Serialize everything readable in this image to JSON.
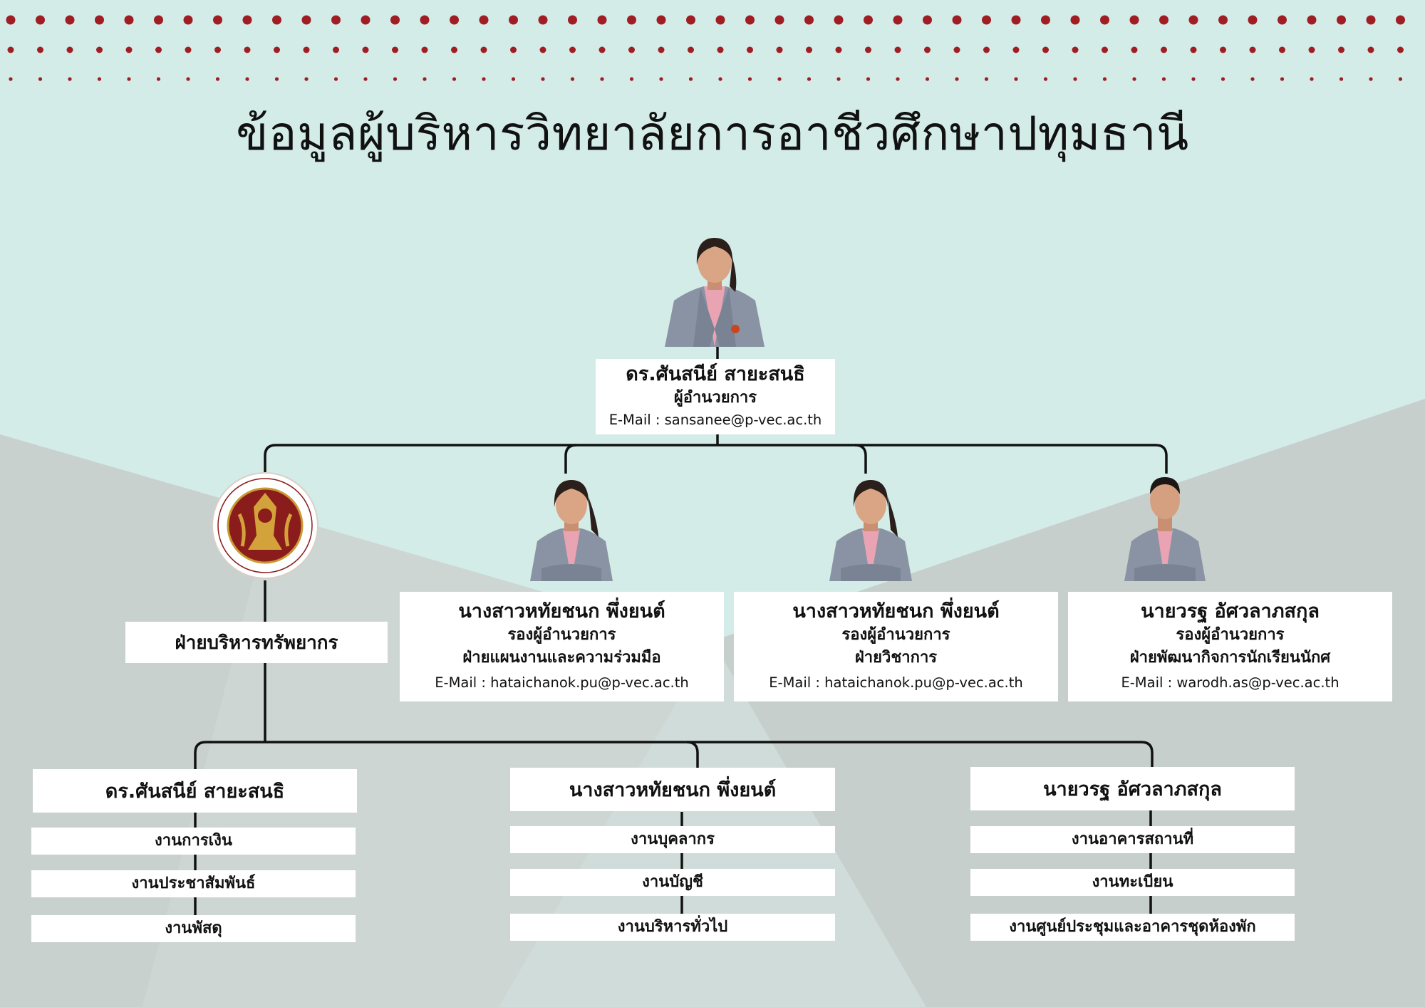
{
  "title": "ข้อมูลผู้บริหารวิทยาลัยการอาชีวศึกษาปทุมธานี",
  "colors": {
    "background": "#d3ece8",
    "dots": "#a01d24",
    "lines": "#111111",
    "box": "#ffffff"
  },
  "director": {
    "name": "ดร.ศันสนีย์ สายะสนธิ",
    "position": "ผู้อำนวยการ",
    "email": "E-Mail : sansanee@p-vec.ac.th"
  },
  "logo": {
    "icon": "college-seal-icon"
  },
  "resource_dept": {
    "label": "ฝ่ายบริหารทรัพยากร"
  },
  "deputies": [
    {
      "name": "นางสาวหทัยชนก พึ่งยนต์",
      "position": "รองผู้อำนวยการ",
      "division": "ฝ่ายแผนงานและความร่วมมือ",
      "email": "E-Mail : hataichanok.pu@p-vec.ac.th"
    },
    {
      "name": "นางสาวหทัยชนก พึ่งยนต์",
      "position": "รองผู้อำนวยการ",
      "division": "ฝ่ายวิชาการ",
      "email": "E-Mail : hataichanok.pu@p-vec.ac.th"
    },
    {
      "name": "นายวรฐ อัศวลาภสกุล",
      "position": "รองผู้อำนวยการ",
      "division": "ฝ่ายพัฒนากิจการนักเรียนนักศ",
      "email": "E-Mail : warodh.as@p-vec.ac.th"
    }
  ],
  "groups": [
    {
      "head": "ดร.ศันสนีย์ สายะสนธิ",
      "tasks": [
        "งานการเงิน",
        "งานประชาสัมพันธ์",
        "งานพัสดุ"
      ]
    },
    {
      "head": "นางสาวหทัยชนก พึ่งยนต์",
      "tasks": [
        "งานบุคลากร",
        "งานบัญชี",
        "งานบริหารทั่วไป"
      ]
    },
    {
      "head": "นายวรฐ อัศวลาภสกุล",
      "tasks": [
        "งานอาคารสถานที่",
        "งานทะเบียน",
        "งานศูนย์ประชุมและอาคารชุดห้องพัก"
      ]
    }
  ]
}
